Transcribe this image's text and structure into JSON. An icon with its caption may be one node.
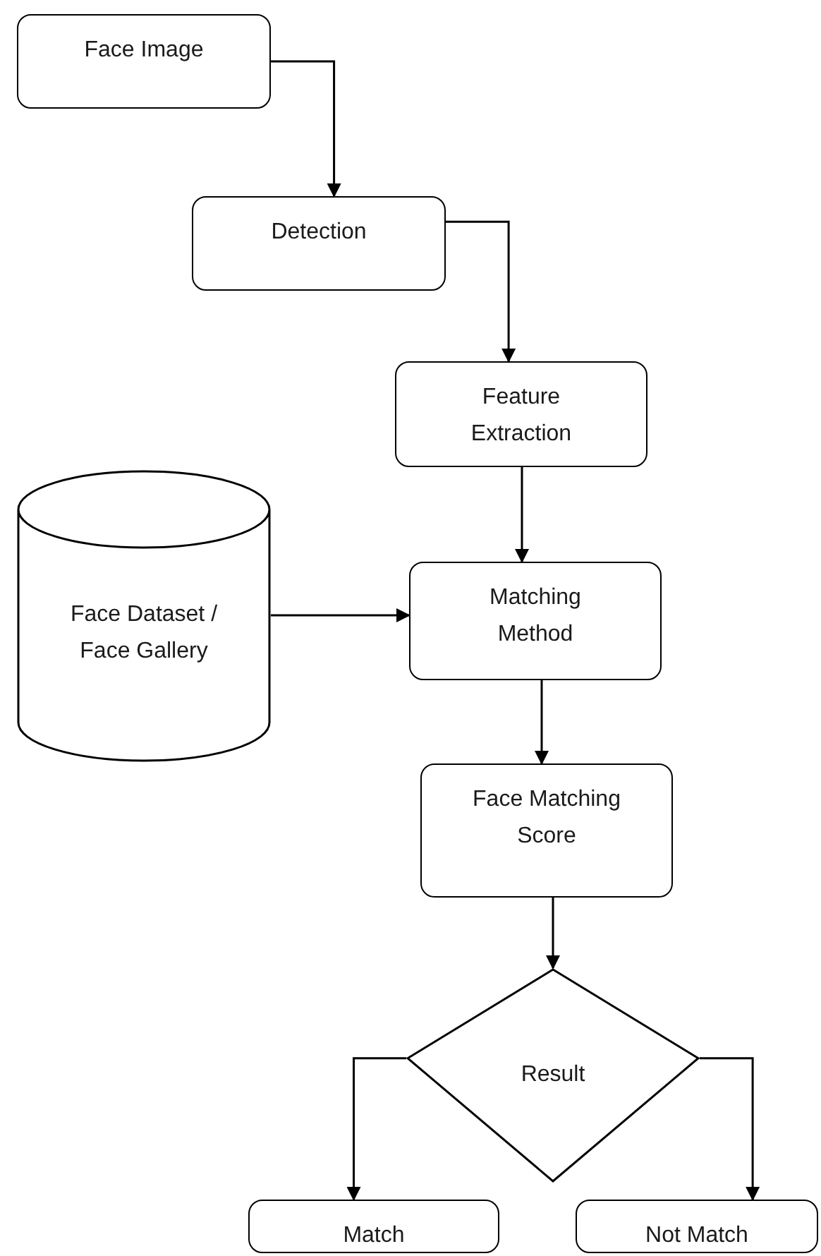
{
  "diagram": {
    "nodes": [
      {
        "text": [
          "Face Image"
        ]
      },
      {
        "text": [
          "Detection"
        ]
      },
      {
        "text": [
          "Feature Extraction"
        ]
      },
      {
        "text": [
          "Face Dataset / Face Gallery"
        ]
      },
      {
        "text": [
          "Matching Method"
        ]
      },
      {
        "text": [
          "Face Matching Score"
        ]
      },
      {
        "text": [
          "Result"
        ]
      },
      {
        "text": [
          "Match"
        ]
      },
      {
        "text": [
          "Not Match"
        ]
      }
    ],
    "edges": [
      {
        "from": 0,
        "to": 1,
        "arrow": "to"
      },
      {
        "from": 1,
        "to": 2,
        "arrow": "to"
      },
      {
        "from": 2,
        "to": 4,
        "arrow": "to"
      },
      {
        "from": 3,
        "to": 4,
        "arrow": "to"
      },
      {
        "from": 4,
        "to": 5,
        "arrow": "to"
      },
      {
        "from": 5,
        "to": 6,
        "arrow": "to"
      },
      {
        "from": 6,
        "to": 7,
        "arrow": "to"
      },
      {
        "from": 6,
        "to": 8,
        "arrow": "to"
      }
    ]
  }
}
